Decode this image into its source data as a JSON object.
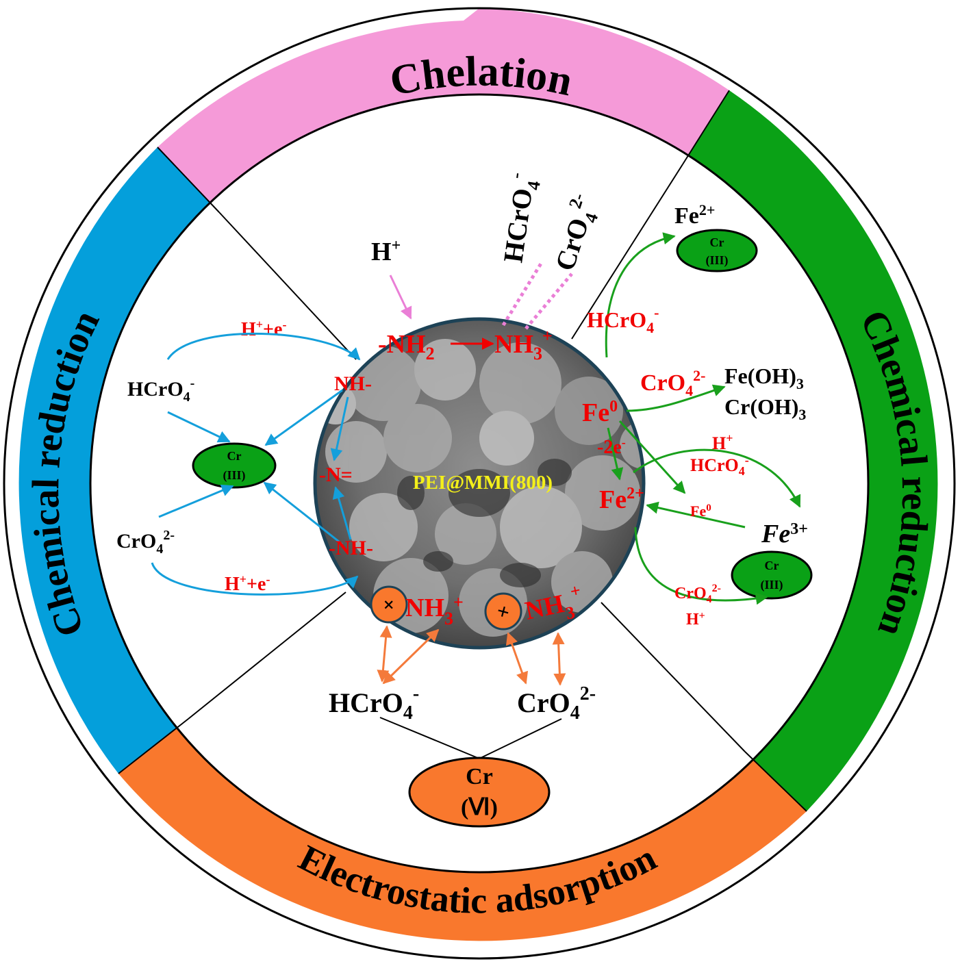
{
  "colors": {
    "chelation": "#f59ad8",
    "chemical_reduction_right": "#0aa116",
    "chemical_reduction_left": "#049fdb",
    "electrostatic": "#f9782d",
    "blue_arrow": "#149fdb",
    "green_arrow": "#19a01c",
    "orange_arrow": "#f47a3b",
    "pink_arrow": "#ea7fd6",
    "label_red": "#f00000",
    "label_yellow": "#f3ef1a"
  },
  "segments": {
    "top": "Chelation",
    "right": "Chemical reduction",
    "left": "Chemical reduction",
    "bottom": "Electrostatic adsorption"
  },
  "center": {
    "label": "PEI@MMI(800)",
    "image": "SEM micrograph of porous particles"
  },
  "chelation": {
    "h_plus": "H",
    "h_plus_sup": "+",
    "nh2": "-NH",
    "nh2_sub": "2",
    "nh3": "NH",
    "nh3_sub": "3",
    "nh3_sup": "+",
    "hcro4": "HCrO",
    "hcro4_sub": "4",
    "hcro4_sup": "-",
    "cro4": "CrO",
    "cro4_sub": "4",
    "cro4_sup": "2-"
  },
  "left": {
    "hplus_e_top": "H",
    "hplus_e_top_sup": "+",
    "hplus_e_top_rest": "+e",
    "hplus_e_top_sup2": "-",
    "hcro4": "HCrO",
    "hcro4_sub": "4",
    "hcro4_sup": "-",
    "cro4": "CrO",
    "cro4_sub": "4",
    "cro4_sup": "2-",
    "cr_label": "Cr",
    "cr_state": "(III)",
    "nh_top": "NH-",
    "n_eq": "-N=",
    "nh_bottom": "-NH-",
    "hplus_e_bottom": "H",
    "hplus_e_bottom_sup": "+",
    "hplus_e_bottom_rest": "+e",
    "hplus_e_bottom_sup2": "-"
  },
  "right": {
    "fe2_top": "Fe",
    "fe2_top_sup": "2+",
    "cr_top_label": "Cr",
    "cr_top_state": "(III)",
    "hcro4": "HCrO",
    "hcro4_sub": "4",
    "hcro4_sup": "-",
    "cro4": "CrO",
    "cro4_sub": "4",
    "cro4_sup": "2-",
    "feoh3": "Fe(OH)",
    "feoh3_sub": "3",
    "croh3": "Cr(OH)",
    "croh3_sub": "3",
    "fe0": "Fe",
    "fe0_sup": "0",
    "minus2e": "-2e",
    "minus2e_sup": "-",
    "hplus2": "H",
    "hplus2_sup": "+",
    "hcro4_2": "HCrO",
    "hcro4_2_sub": "4",
    "hcro4_2_sup": "-",
    "fe2_mid": "Fe",
    "fe2_mid_sup": "2+",
    "fe0_small": "Fe",
    "fe0_small_sup": "0",
    "fe3": "Fe",
    "fe3_sup": "3+",
    "cr_bottom_label": "Cr",
    "cr_bottom_state": "(III)",
    "cro4_2": "CrO",
    "cro4_2_sub": "4",
    "cro4_2_sup": "2-",
    "hplus3": "H",
    "hplus3_sup": "+"
  },
  "bottom": {
    "nh3_left": "NH",
    "nh3_left_sub": "3",
    "nh3_left_sup": "+",
    "nh3_right": "NH",
    "nh3_right_sub": "3",
    "nh3_right_sup": "+",
    "plus_symbol": "+",
    "hcro4": "HCrO",
    "hcro4_sub": "4",
    "hcro4_sup": "-",
    "cro4": "CrO",
    "cro4_sub": "4",
    "cro4_sup": "2-",
    "cr_label": "Cr",
    "cr_state": "(Ⅵ)"
  }
}
